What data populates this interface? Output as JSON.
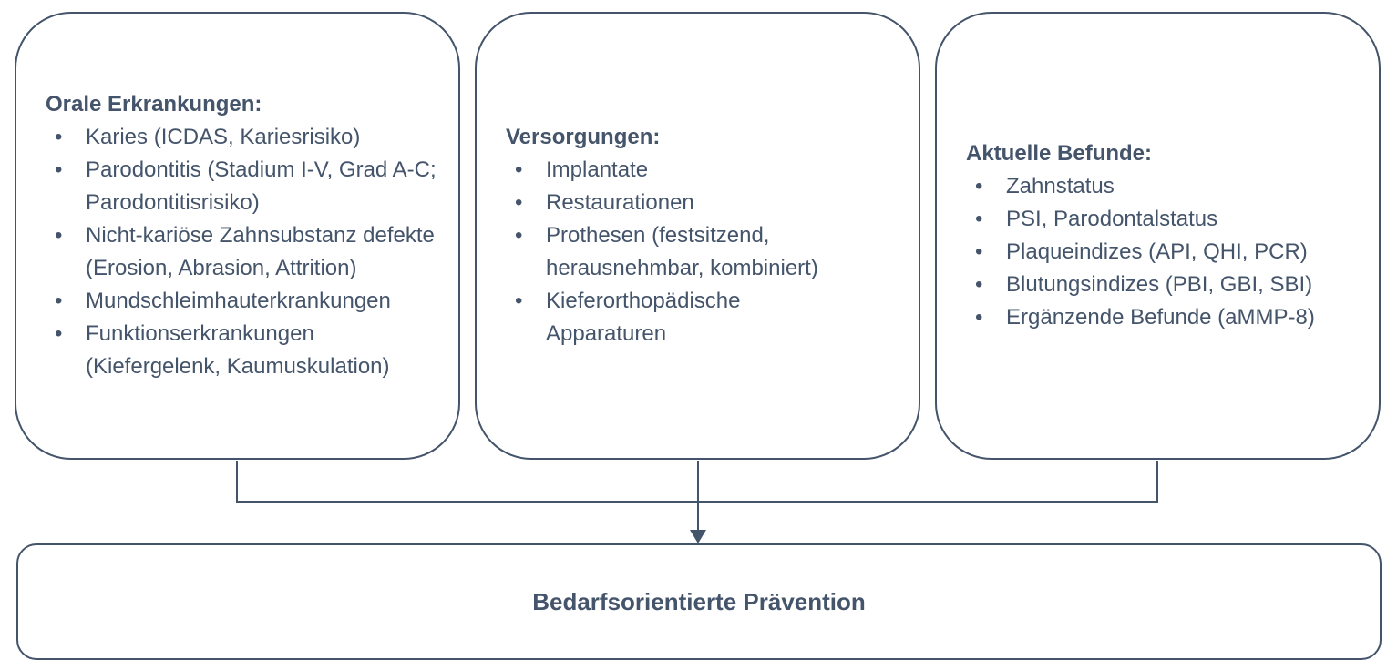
{
  "colors": {
    "accent": "#44546A",
    "background": "#FFFFFF"
  },
  "boxes": [
    {
      "title": "Orale Erkrankungen:",
      "items": [
        "Karies (ICDAS, Kariesrisiko)",
        "Parodontitis (Stadium I-V, Grad A-C; Parodontitisrisiko)",
        "Nicht-kariöse Zahnsubstanz defekte (Erosion, Abrasion, Attrition)",
        "Mundschleimhauterkrankungen",
        "Funktionserkrankungen (Kiefergelenk, Kaumuskulation)"
      ]
    },
    {
      "title": "Versorgungen:",
      "items": [
        "Implantate",
        "Restaurationen",
        "Prothesen (festsitzend, herausnehmbar, kombiniert)",
        "Kieferorthopädische Apparaturen"
      ]
    },
    {
      "title": "Aktuelle Befunde:",
      "items": [
        "Zahnstatus",
        "PSI, Parodontalstatus",
        "Plaqueindizes (API, QHI, PCR)",
        "Blutungsindizes (PBI, GBI, SBI)",
        "Ergänzende Befunde (aMMP-8)"
      ]
    }
  ],
  "result_box": {
    "label": "Bedarfsorientierte Prävention"
  }
}
